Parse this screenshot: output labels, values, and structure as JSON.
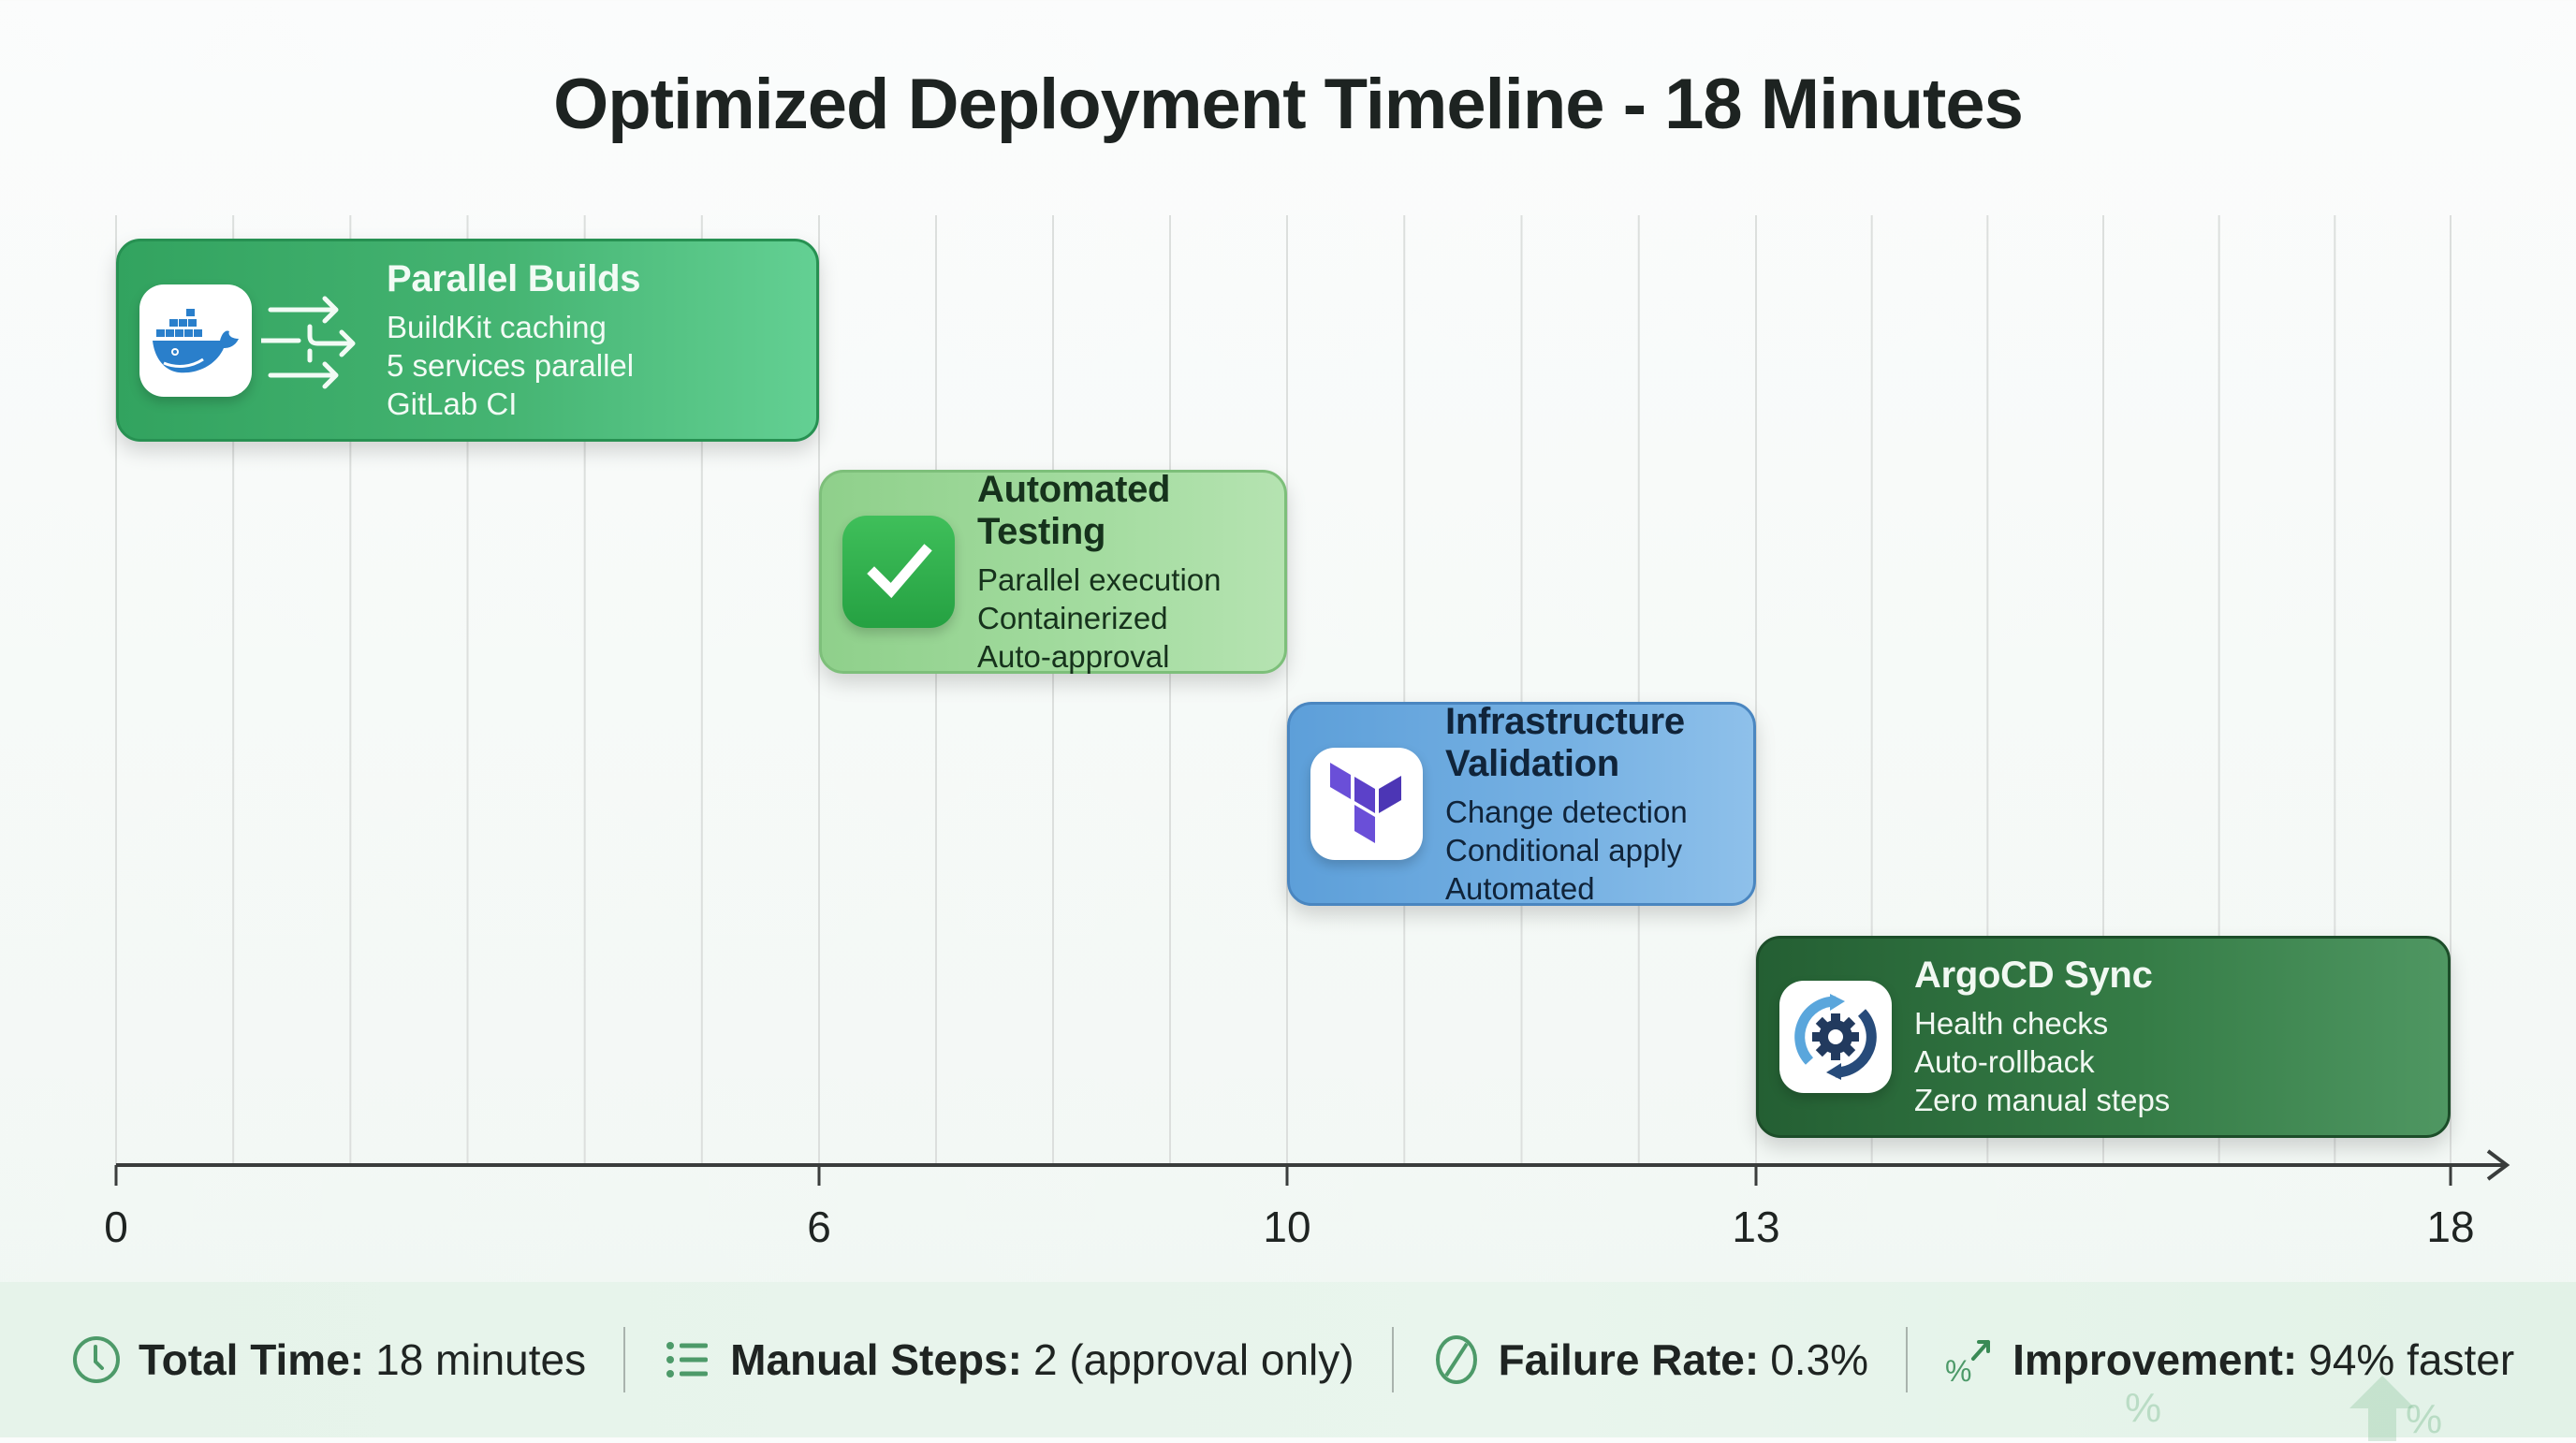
{
  "title": "Optimized Deployment Timeline - 18 Minutes",
  "chart_data": {
    "type": "gantt",
    "title": "Optimized Deployment Timeline - 18 Minutes",
    "xlabel": "",
    "ylabel": "",
    "x_unit": "minutes",
    "xlim": [
      0,
      18
    ],
    "x_ticks": [
      0,
      6,
      10,
      13,
      18
    ],
    "x_tick_labels": [
      "0",
      "6",
      "10",
      "13",
      "18"
    ],
    "grid": true,
    "phases": [
      {
        "name": "Parallel Builds",
        "start": 0,
        "end": 6,
        "icon": "docker-whale-icon",
        "details": [
          "BuildKit caching",
          "5 services parallel",
          "GitLab CI"
        ],
        "color": "#3aa865"
      },
      {
        "name": "Automated Testing",
        "start": 6,
        "end": 10,
        "icon": "checkmark-icon",
        "details": [
          "Parallel execution",
          "Containerized",
          "Auto-approval"
        ],
        "color": "#9dd89a"
      },
      {
        "name": "Infrastructure Validation",
        "start": 10,
        "end": 13,
        "icon": "terraform-icon",
        "details": [
          "Change detection",
          "Conditional apply",
          "Automated"
        ],
        "color": "#6aa9df"
      },
      {
        "name": "ArgoCD Sync",
        "start": 13,
        "end": 18,
        "icon": "argocd-sync-gear-icon",
        "details": [
          "Health checks",
          "Auto-rollback",
          "Zero manual steps"
        ],
        "color": "#2f6f3f"
      }
    ]
  },
  "footer": {
    "stats": [
      {
        "icon": "clock-icon",
        "label": "Total Time:",
        "value": "18 minutes"
      },
      {
        "icon": "list-icon",
        "label": "Manual Steps:",
        "value": "2 (approval only)"
      },
      {
        "icon": "no-failure-icon",
        "label": "Failure Rate:",
        "value": "0.3%"
      },
      {
        "icon": "percent-up-arrow-icon",
        "label": "Improvement:",
        "value": "94% faster"
      }
    ]
  },
  "colors": {
    "accent": "#3e9a5c",
    "text": "#1f2422"
  }
}
